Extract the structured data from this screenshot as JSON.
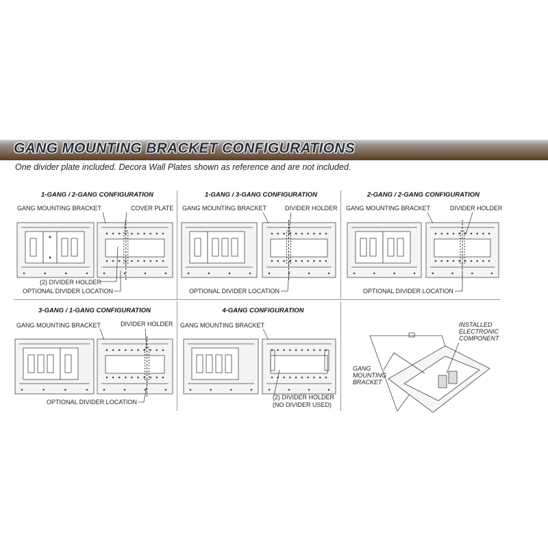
{
  "header": {
    "title": "GANG MOUNTING BRACKET CONFIGURATIONS",
    "subtitle": "One divider plate included. Decora Wall Plates shown as reference and are not included."
  },
  "panels": [
    {
      "title": "1-GANG / 2-GANG CONFIGURATION",
      "labels": [
        "GANG MOUNTING BRACKET",
        "COVER PLATE",
        "(2) DIVIDER HOLDER",
        "OPTIONAL DIVIDER LOCATION"
      ]
    },
    {
      "title": "1-GANG / 3-GANG CONFIGURATION",
      "labels": [
        "GANG MOUNTING BRACKET",
        "DIVIDER HOLDER",
        "OPTIONAL DIVIDER LOCATION"
      ]
    },
    {
      "title": "2-GANG / 2-GANG CONFIGURATION",
      "labels": [
        "GANG MOUNTING BRACKET",
        "DIVIDER HOLDER",
        "OPTIONAL DIVIDER LOCATION"
      ]
    },
    {
      "title": "3-GANG / 1-GANG CONFIGURATION",
      "labels": [
        "GANG MOUNTING BRACKET",
        "DIVIDER HOLDER",
        "OPTIONAL DIVIDER LOCATION"
      ]
    },
    {
      "title": "4-GANG CONFIGURATION",
      "labels": [
        "GANG MOUNTING BRACKET",
        "(2) DIVIDER HOLDER",
        "(NO DIVIDER USED)"
      ]
    }
  ],
  "isometric": {
    "labels": [
      "INSTALLED",
      "ELECTRONIC",
      "COMPONENT",
      "GANG",
      "MOUNTING",
      "BRACKET"
    ]
  }
}
